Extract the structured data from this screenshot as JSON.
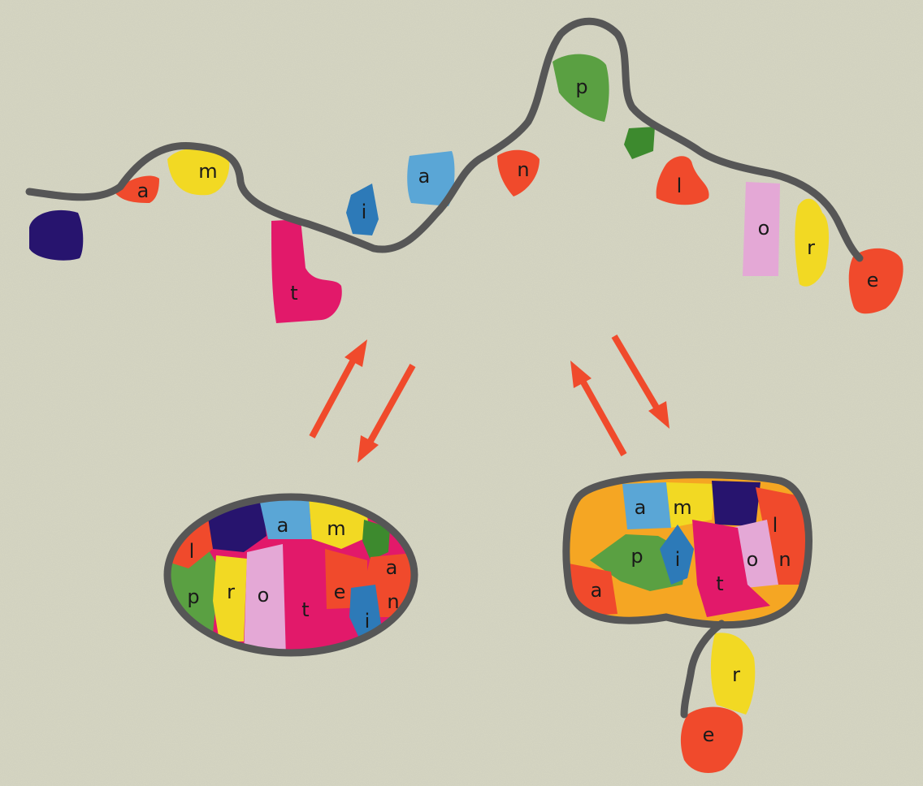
{
  "colors": {
    "background": "#d6d6c3",
    "strand": "#565656",
    "arrow": "#f04a2c"
  },
  "unfolded_chain": {
    "letters": [
      "a",
      "m",
      "t",
      "i",
      "a",
      "n",
      "p",
      "l",
      "o",
      "r",
      "e"
    ]
  },
  "folded_protein_left": {
    "letters": [
      "l",
      "a",
      "m",
      "a",
      "p",
      "r",
      "o",
      "t",
      "e",
      "i",
      "n"
    ]
  },
  "folded_protein_right": {
    "letters": [
      "a",
      "m",
      "l",
      "p",
      "i",
      "o",
      "n",
      "a",
      "t"
    ],
    "tail_letters": [
      "r",
      "e"
    ]
  }
}
